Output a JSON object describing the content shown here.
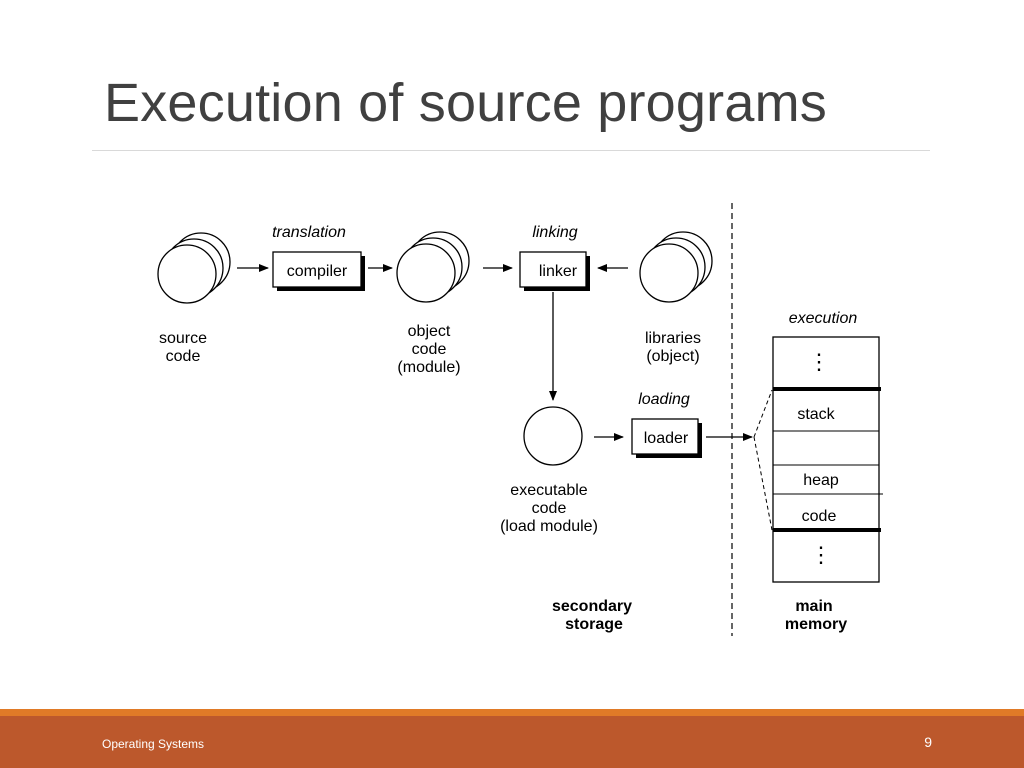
{
  "slide": {
    "title": "Execution of source programs",
    "footer_left": "Operating Systems",
    "page_number": "9"
  },
  "diagram": {
    "stage_labels": {
      "translation": "translation",
      "linking": "linking",
      "loading": "loading",
      "execution": "execution"
    },
    "boxes": {
      "compiler": "compiler",
      "linker": "linker",
      "loader": "loader"
    },
    "source": {
      "line1": "source",
      "line2": "code"
    },
    "object": {
      "line1": "object",
      "line2": "code",
      "line3": "(module)"
    },
    "libraries": {
      "line1": "libraries",
      "line2": "(object)"
    },
    "executable": {
      "line1": "executable",
      "line2": "code",
      "line3": "(load module)"
    },
    "secondary": {
      "line1": "secondary",
      "line2": "storage"
    },
    "main": {
      "line1": "main",
      "line2": "memory"
    },
    "memory": {
      "top": "⋮",
      "stack": "stack",
      "heap": "heap",
      "code": "code",
      "bottom": "⋮"
    }
  }
}
